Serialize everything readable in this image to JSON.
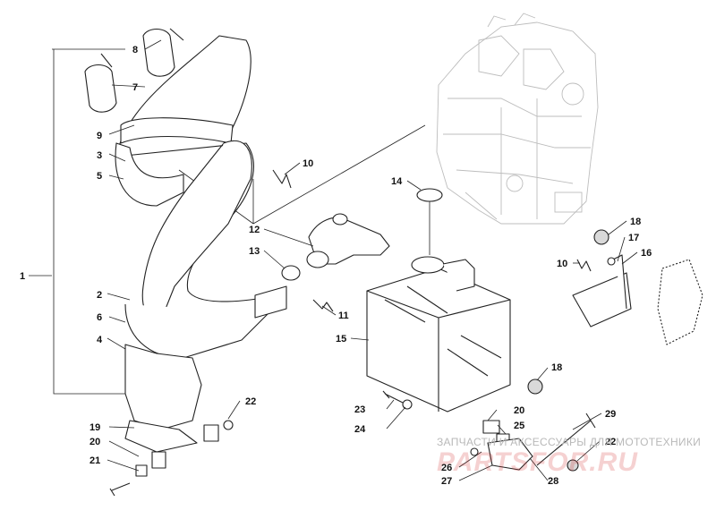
{
  "callouts": {
    "c1": "1",
    "c2": "2",
    "c3": "3",
    "c4": "4",
    "c5": "5",
    "c6": "6",
    "c7": "7",
    "c8": "8",
    "c9": "9",
    "c10a": "10",
    "c10b": "10",
    "c11": "11",
    "c12": "12",
    "c13": "13",
    "c14": "14",
    "c15": "15",
    "c16": "16",
    "c17": "17",
    "c18a": "18",
    "c18b": "18",
    "c19": "19",
    "c20a": "20",
    "c20b": "20",
    "c21": "21",
    "c22a": "22",
    "c22b": "22",
    "c23": "23",
    "c24": "24",
    "c25": "25",
    "c26": "26",
    "c27": "27",
    "c28": "28",
    "c29": "29"
  },
  "watermark": {
    "tagline": "ЗАПЧАСТИ И АКСЕССУАРЫ ДЛЯ МОТОТЕХНИКИ",
    "logo": "PARTSFOR.RU",
    "logo_color": "#d32f2f"
  }
}
